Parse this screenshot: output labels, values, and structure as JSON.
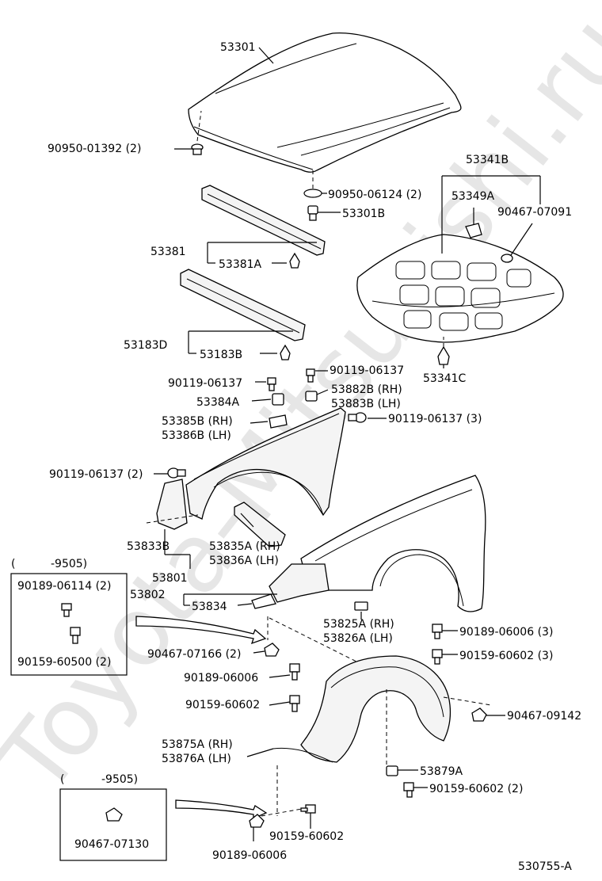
{
  "watermark": "Toyota-Mitsubishi.ru",
  "diagram_code": "530755-A",
  "parts": {
    "hood": "53301",
    "hood_cushion_clip": "90950-01392 (2)",
    "hood_grommet": "90950-06124 (2)",
    "hood_bumper": "53301B",
    "insulator_group": "53341B",
    "insulator_retainer": "53349A",
    "insulator_clip_top": "90467-07091",
    "insulator_clip_bottom": "53341C",
    "seal_53381": "53381",
    "seal_53381A": "53381A",
    "seal_53183D": "53183D",
    "seal_53183B": "53183B",
    "bolt_upper_left": "90119-06137",
    "bolt_upper_right": "90119-06137",
    "part_53384A": "53384A",
    "part_53882B_rh": "53882B (RH)",
    "part_53883B_lh": "53883B (LH)",
    "bolt_right_3": "90119-06137 (3)",
    "part_53385B_rh": "53385B (RH)",
    "part_53386B_lh": "53386B (LH)",
    "bolt_left_2": "90119-06137 (2)",
    "part_53833B": "53833B",
    "part_53835A_rh": "53835A (RH)",
    "part_53836A_lh": "53836A (LH)",
    "part_53801": "53801",
    "part_53802": "53802",
    "part_53834": "53834",
    "part_53825A_rh": "53825A (RH)",
    "part_53826A_lh": "53826A (LH)",
    "screw_90189_06006_3": "90189-06006 (3)",
    "screw_90159_60602_3": "90159-60602 (3)",
    "clip_90467_07166": "90467-07166 (2)",
    "screw_90189_06006": "90189-06006",
    "screw_90159_60602": "90159-60602",
    "clip_90467_09142": "90467-09142",
    "liner_53875A_rh": "53875A (RH)",
    "liner_53876A_lh": "53876A (LH)",
    "part_53879A": "53879A",
    "screw_90159_60602_2": "90159-60602 (2)",
    "screw_bottom_90159_60602": "90159-60602",
    "screw_bottom_90189_06006": "90189-06006"
  },
  "inset_top": {
    "header_paren": "(",
    "header_range": "-9505)",
    "part_a": "90189-06114 (2)",
    "part_b": "90159-60500 (2)"
  },
  "inset_bottom": {
    "header_paren": "(",
    "header_range": "-9505)",
    "part_a": "90467-07130"
  }
}
